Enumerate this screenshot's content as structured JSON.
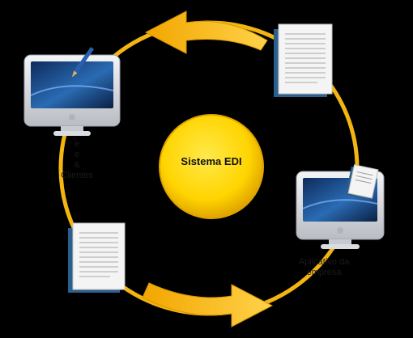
{
  "center": {
    "label": "Sistema EDI"
  },
  "captions": {
    "left_partial": [
      "e",
      "e",
      "&",
      "Clientes"
    ],
    "right_partial": [
      "Aplicativo da",
      "empresa"
    ]
  },
  "colors": {
    "background": "#000000",
    "ring": "#f3b50f",
    "arrow": "#f7c23a",
    "center_fill": "#ffd400",
    "center_edge": "#e5a600",
    "monitor_silver": "#d9dce1",
    "screen_blue": "#1f4e8c",
    "document": "#f4f4f4",
    "document_back": "#2b5f8e"
  },
  "icons": [
    "computer-monitor-icon",
    "document-stack-icon",
    "pen-icon",
    "circular-arrow-icon"
  ]
}
